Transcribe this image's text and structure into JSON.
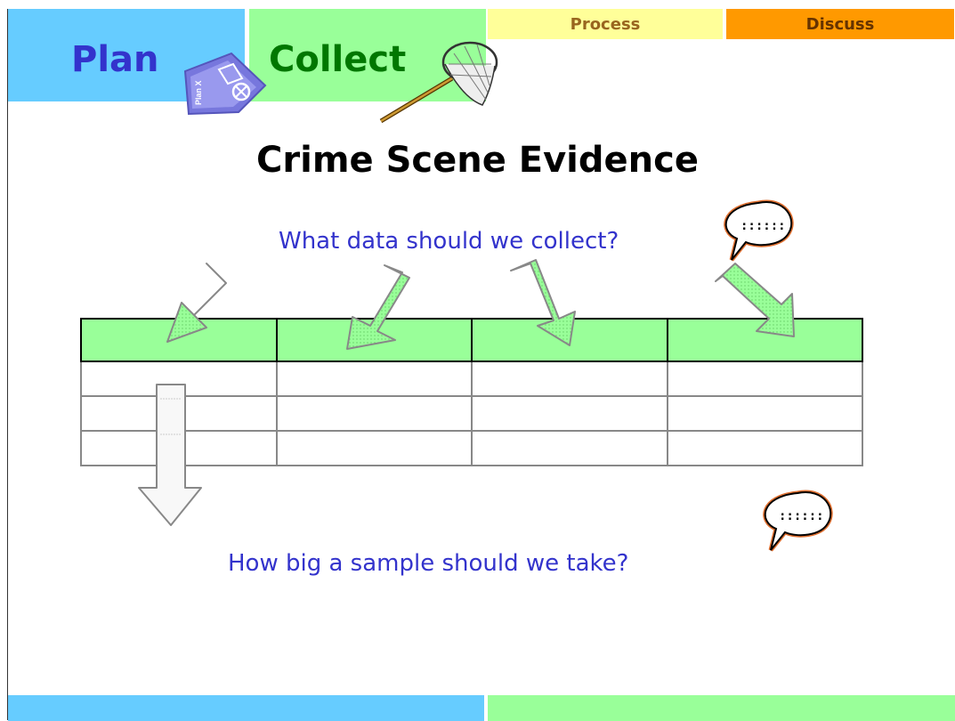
{
  "nav": {
    "plan_label": "Plan",
    "collect_label": "Collect",
    "process_label": "Process",
    "discuss_label": "Discuss",
    "plan_icon_text": "Plan X"
  },
  "slide": {
    "title": "Crime Scene Evidence",
    "question_top": "What data should we collect?",
    "question_bottom": "How big a sample should we take?"
  },
  "table": {
    "columns": 4,
    "header_rows": 1,
    "body_rows": 3
  },
  "icons": [
    "plan-clipboard-icon",
    "butterfly-net-icon",
    "speech-bubble-icon",
    "arrow-icon"
  ],
  "colors": {
    "plan_blue": "#66CCFF",
    "collect_green": "#99FF99",
    "process_yellow": "#FFFF99",
    "discuss_orange": "#FF9900",
    "question_text": "#3333CC"
  }
}
